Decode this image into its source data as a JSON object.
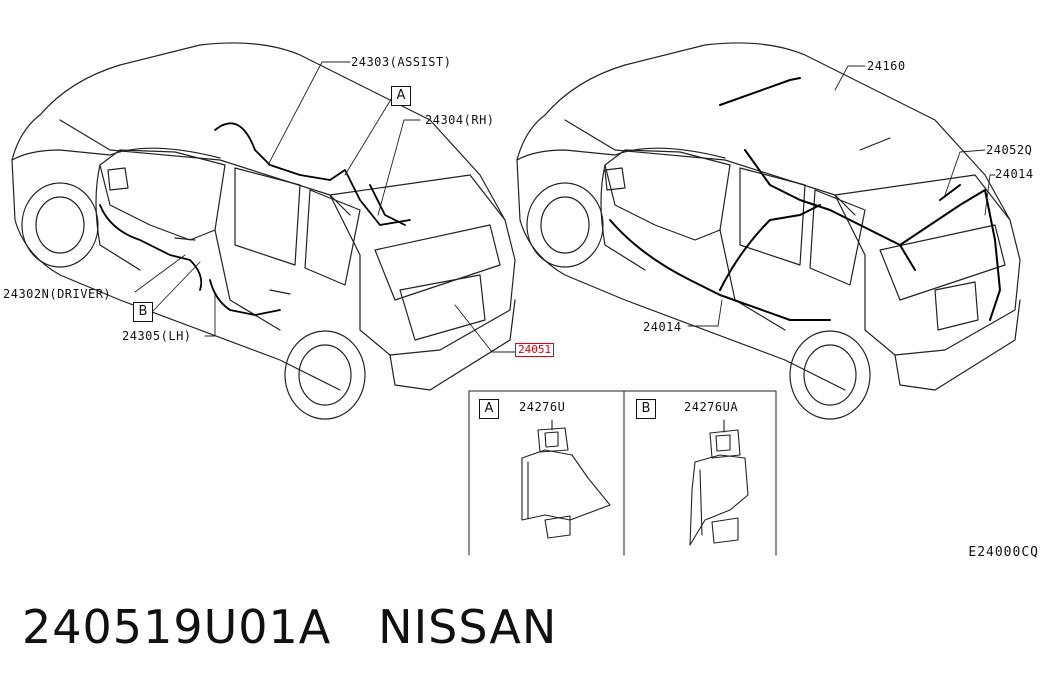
{
  "left_car": {
    "callouts": {
      "assist": "24303(ASSIST)",
      "rh": "24304(RH)",
      "driver": "24302N(DRIVER)",
      "lh": "24305(LH)",
      "back_door": "24051"
    },
    "markers": {
      "a": "A",
      "b": "B"
    }
  },
  "right_car": {
    "callouts": {
      "roof": "24160",
      "back": "24052Q",
      "body_rear": "24014",
      "body_lower": "24014"
    }
  },
  "detail_panel": {
    "a": {
      "marker": "A",
      "part": "24276U"
    },
    "b": {
      "marker": "B",
      "part": "24276UA"
    }
  },
  "drawing_code": "E24000CQ",
  "caption": {
    "part_number": "240519U01A",
    "brand": "NISSAN"
  }
}
